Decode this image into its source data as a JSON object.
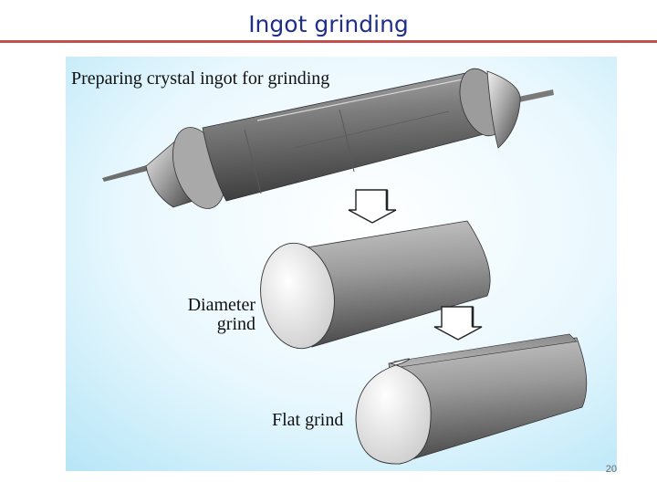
{
  "slide": {
    "title": "Ingot grinding",
    "page_number": "20",
    "accent_color": "#c0504d",
    "title_color": "#1f2f8a"
  },
  "figure": {
    "caption_main": "Preparing crystal ingot for grinding",
    "caption_diameter_line1": "Diameter",
    "caption_diameter_line2": "grind",
    "caption_flat": "Flat grind",
    "background_color": "#cfeefb"
  }
}
